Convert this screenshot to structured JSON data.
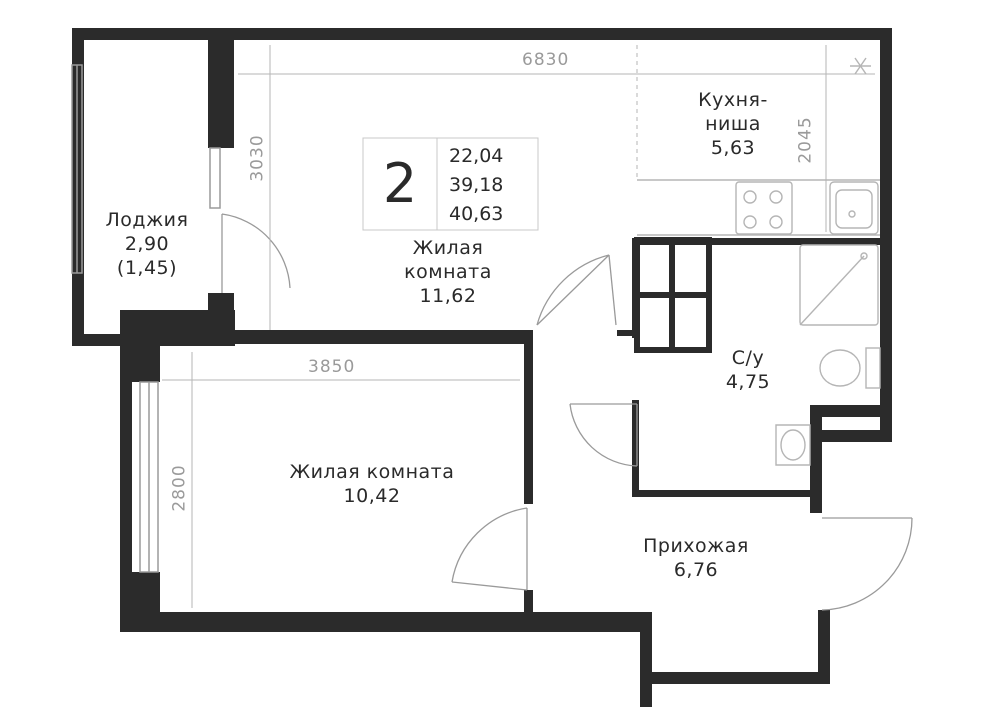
{
  "summary": {
    "rooms": "2",
    "areas": [
      "22,04",
      "39,18",
      "40,63"
    ]
  },
  "rooms": {
    "loggia": {
      "name": "Лоджия",
      "area": "2,90",
      "reduced_area": "(1,45)"
    },
    "living_room_1": {
      "name_line1": "Жилая",
      "name_line2": "комната",
      "area": "11,62"
    },
    "kitchen": {
      "name_line1": "Кухня-",
      "name_line2": "ниша",
      "area": "5,63"
    },
    "bathroom": {
      "name": "С/у",
      "area": "4,75"
    },
    "living_room_2": {
      "name": "Жилая комната",
      "area": "10,42"
    },
    "hallway": {
      "name": "Прихожая",
      "area": "6,76"
    }
  },
  "dimensions": {
    "top_width": "6830",
    "room1_height": "3030",
    "kitchen_height": "2045",
    "room2_width": "3850",
    "room2_height": "2800"
  },
  "colors": {
    "wall": "#2b2b2b",
    "text": "#2a2a2a",
    "dimension": "#9a9a9a",
    "fixture": "#b5b5b5"
  }
}
